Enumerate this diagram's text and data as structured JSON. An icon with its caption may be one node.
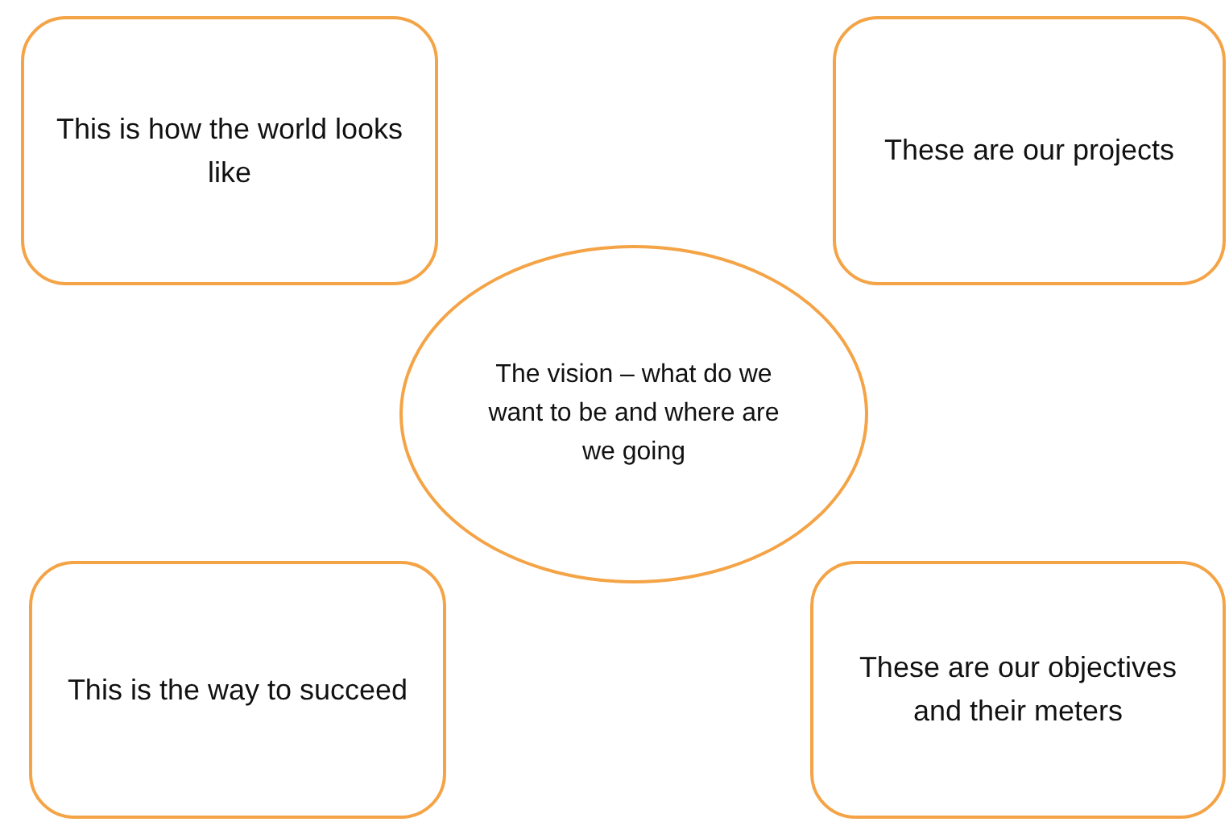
{
  "diagram": {
    "nodes": [
      {
        "text": [
          "This is how the world looks like"
        ]
      },
      {
        "text": [
          "These are our projects"
        ]
      },
      {
        "text": [
          "The vision – what do we want to be and where are we going"
        ]
      },
      {
        "text": [
          "This is the way to succeed"
        ]
      },
      {
        "text": [
          "These are our objectives and their meters"
        ]
      }
    ]
  }
}
